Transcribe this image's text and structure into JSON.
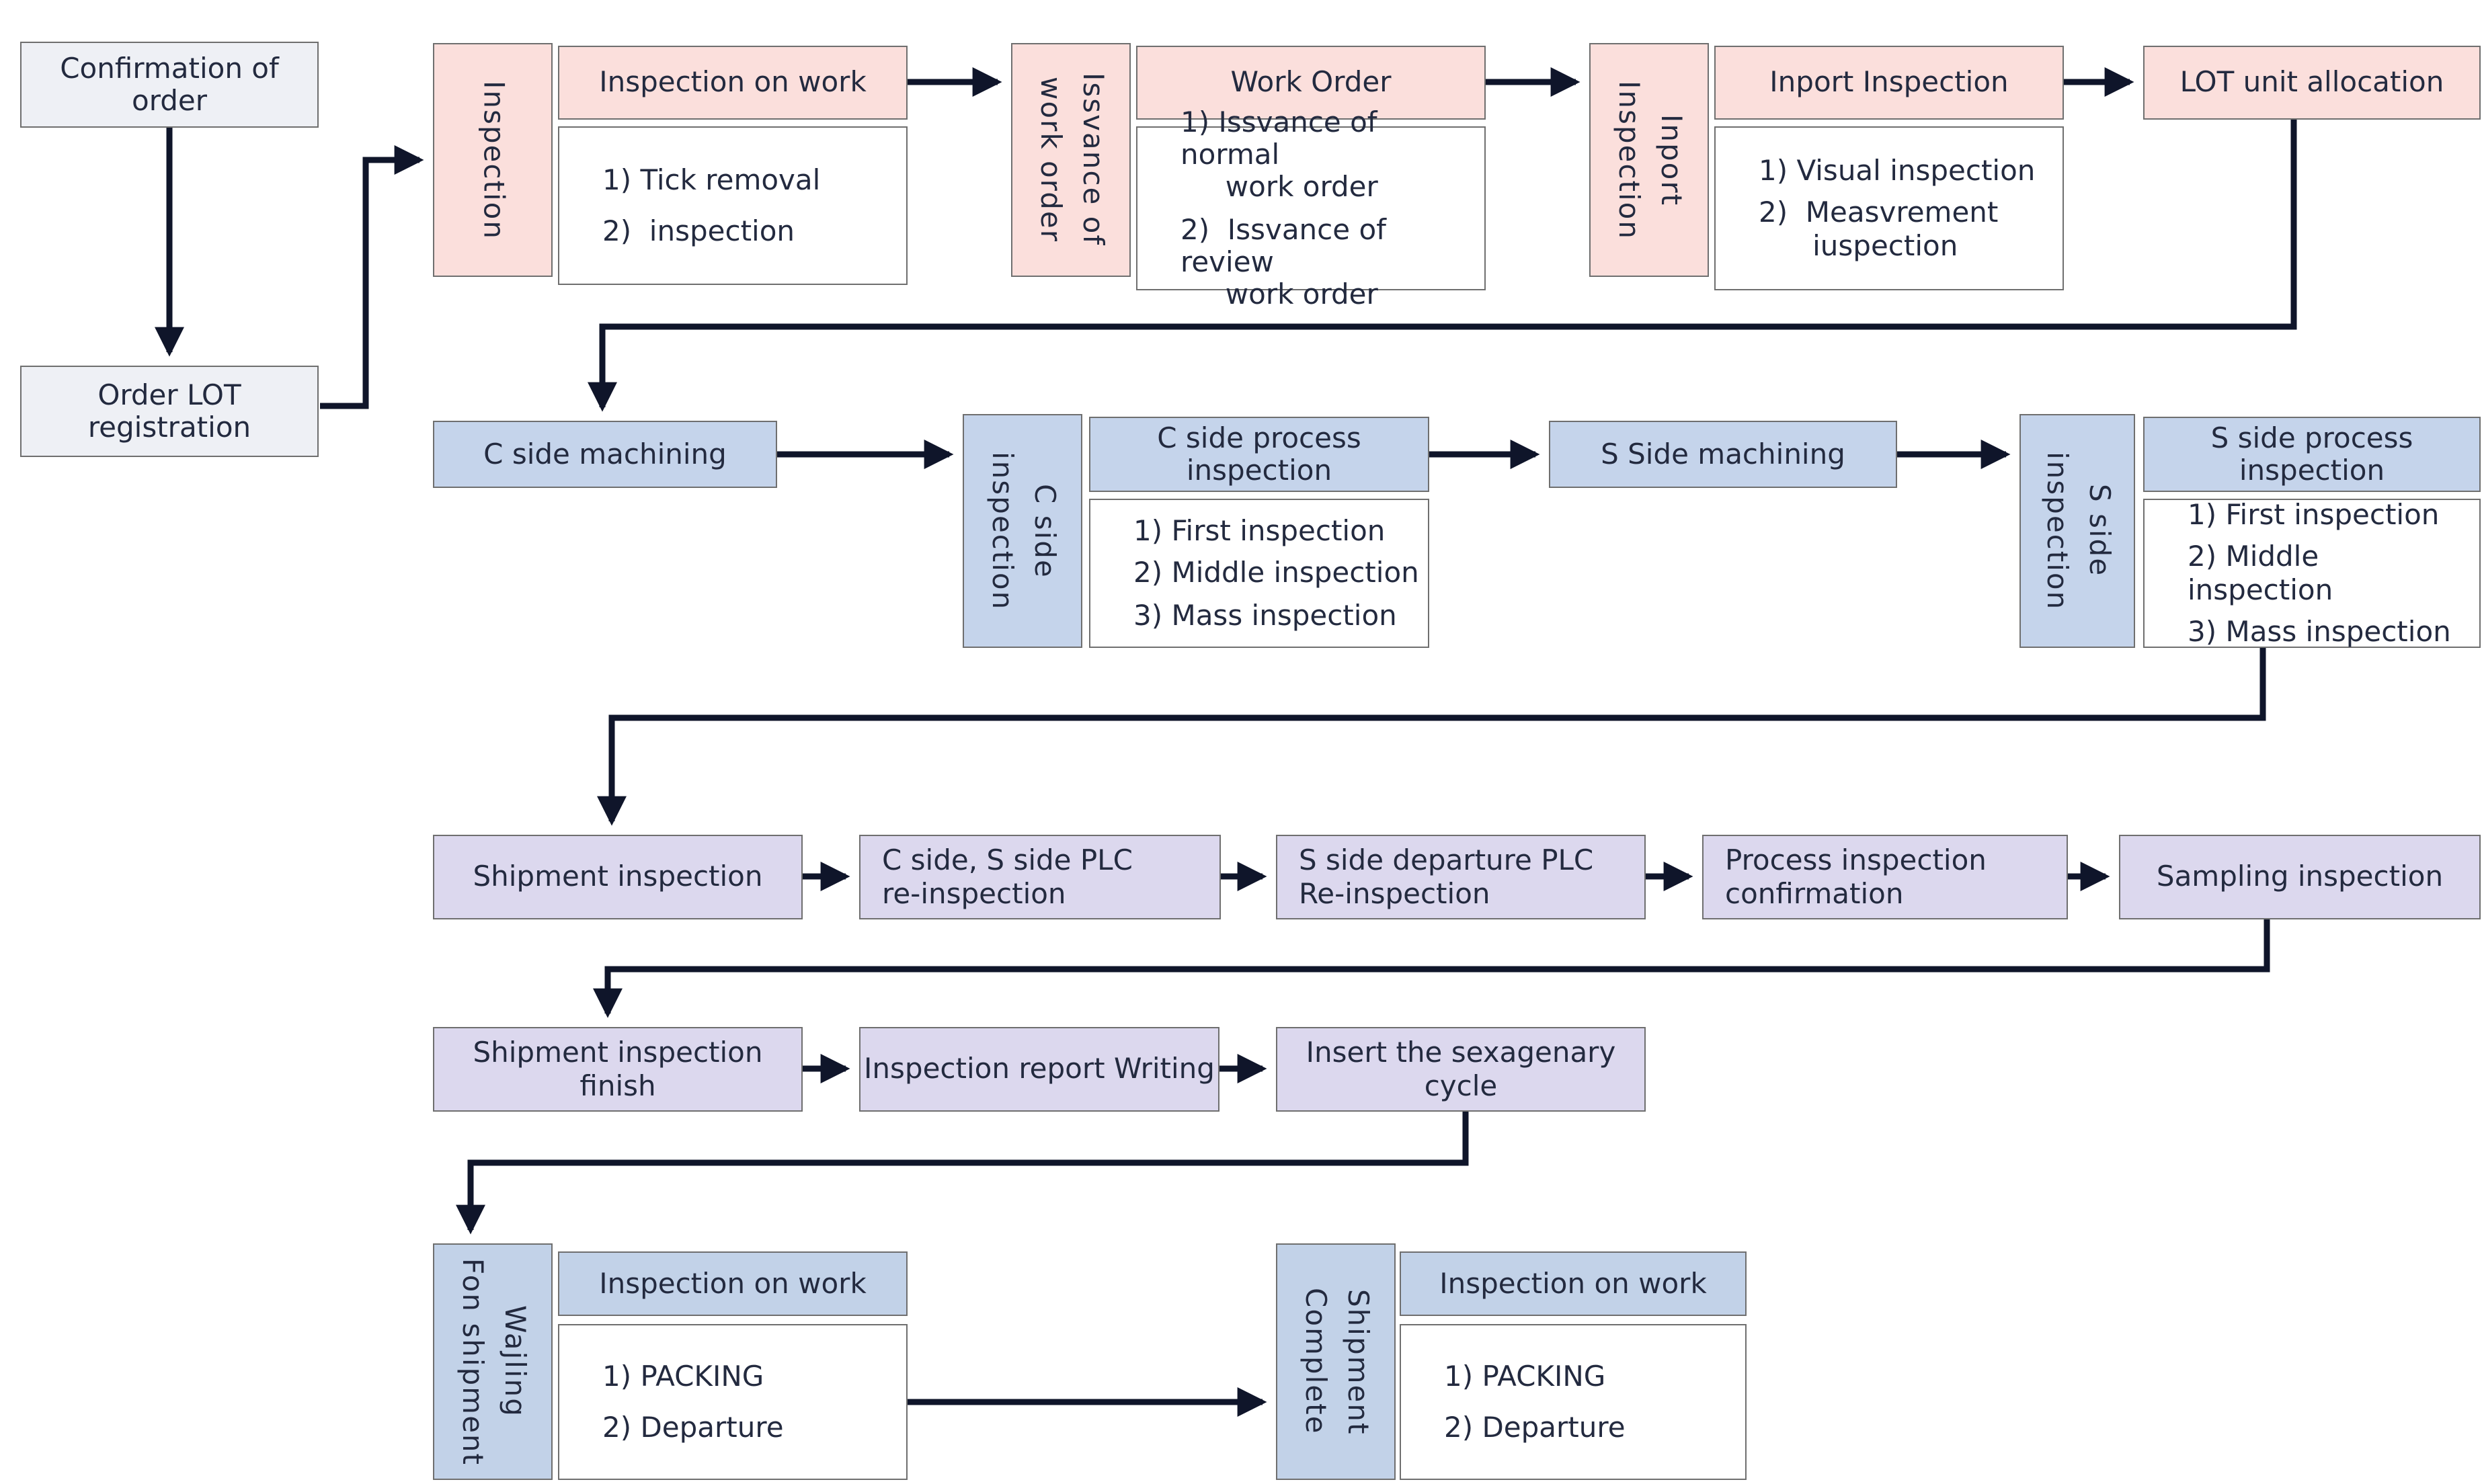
{
  "palette": {
    "background": "#ffffff",
    "box_border": "#6f6f6f",
    "text": "#232a3f",
    "connector": "#0f152a",
    "gray_fill": "#eef0f5",
    "pink_fill": "#fbdfdc",
    "blue_fill": "#c5d4eb",
    "purple_fill": "#dcd8ee",
    "steel_fill": "#c2d2e8",
    "white_fill": "#ffffff"
  },
  "flow": {
    "confirmation": {
      "label": "Confirmation of order"
    },
    "order_lot": {
      "label": "Order LOT registration"
    },
    "inspection_stage": {
      "tab": "Inspection",
      "header": "Inspection on work",
      "items": [
        "1) Tick removal",
        "2)  inspection"
      ]
    },
    "work_order_stage": {
      "tab": "Issvance of\nwork order",
      "header": "Work Order",
      "items": [
        "1) Issvance of normal\n     work order",
        "2)  Issvance of review\n     work order"
      ]
    },
    "import_stage": {
      "tab": "Inport\nInspection",
      "header": "Inport Inspection",
      "items": [
        "1) Visual inspection",
        "2)  Measvrement\n      iuspection"
      ]
    },
    "lot_unit": {
      "label": "LOT unit allocation"
    },
    "c_machining": {
      "label": "C side machining"
    },
    "c_inspection_stage": {
      "tab": "C side\ninspection",
      "header": "C side process\ninspection",
      "items": [
        "1) First inspection",
        "2) Middle inspection",
        "3) Mass inspection"
      ]
    },
    "s_machining": {
      "label": "S Side machining"
    },
    "s_inspection_stage": {
      "tab": "S side\ninspection",
      "header": "S side process\ninspection",
      "items": [
        "1) First inspection",
        "2) Middle inspection",
        "3) Mass inspection"
      ]
    },
    "shipment_inspection": {
      "label": "Shipment inspection"
    },
    "plc_reinspection": {
      "label": "C side, S side PLC\nre-inspection"
    },
    "departure_plc": {
      "label": "S side departure PLC\nRe-inspection"
    },
    "process_confirmation": {
      "label": "Process inspection\nconfirmation"
    },
    "sampling": {
      "label": "Sampling inspection"
    },
    "shipment_finish": {
      "label": "Shipment inspection finish"
    },
    "report_writing": {
      "label": "Inspection report Writing"
    },
    "sexagenary": {
      "label": "Insert the sexagenary cycle"
    },
    "wajling_stage": {
      "tab": "Wajling\nFon shipment",
      "header": "Inspection on work",
      "items": [
        "1) PACKING",
        "2) Departure"
      ]
    },
    "complete_stage": {
      "tab": "Shipment\nComplete",
      "header": "Inspection on work",
      "items": [
        "1) PACKING",
        "2) Departure"
      ]
    }
  }
}
